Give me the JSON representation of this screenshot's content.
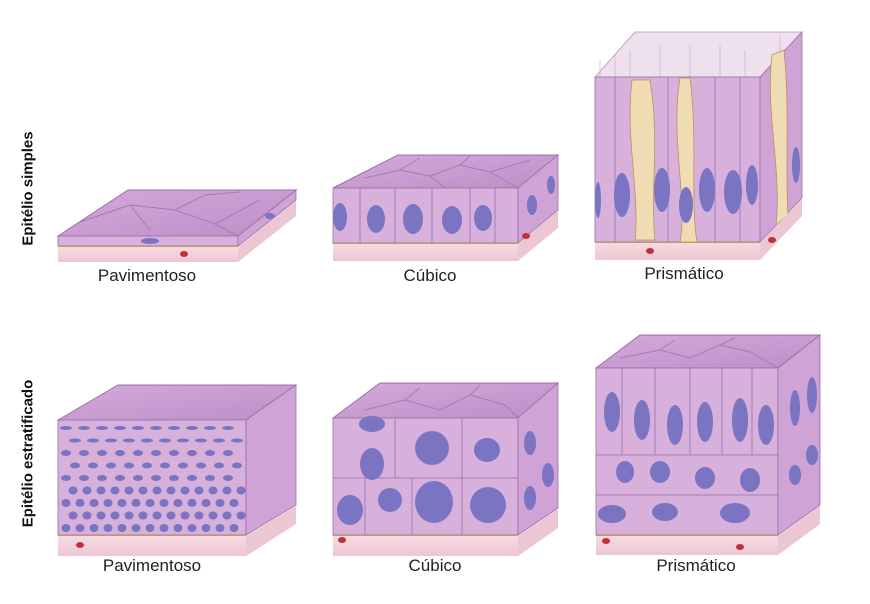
{
  "rows": [
    {
      "label": "Epitélio simples"
    },
    {
      "label": "Epitélio estratificado"
    }
  ],
  "captions": {
    "simple": [
      "Pavimentoso",
      "Cúbico",
      "Prismático"
    ],
    "stratified": [
      "Pavimentoso",
      "Cúbico",
      "Prismático"
    ]
  },
  "colors": {
    "cell_top": "#c79ad0",
    "cell_side": "#d8b0dc",
    "cell_outline": "#9c6fa8",
    "nucleus": "#7a74c2",
    "goblet": "#f0dcb4",
    "basement_membrane": "#c99a55",
    "connective_tissue": "#f3d6df",
    "blood_cell": "#c0303a"
  }
}
